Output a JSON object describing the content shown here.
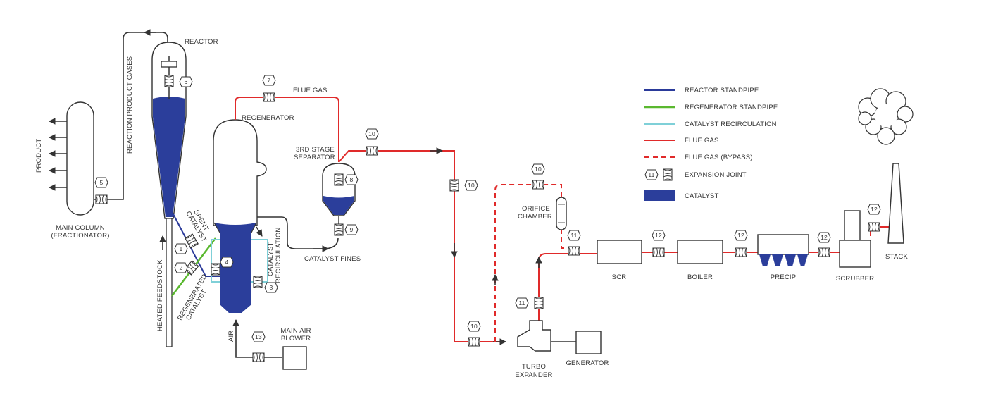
{
  "colors": {
    "reactor_standpipe": "#2a3a9a",
    "regenerator_standpipe": "#5ab82f",
    "catalyst_recirculation": "#7fd0d8",
    "flue_gas": "#e02a2a",
    "catalyst": "#2b3e9b",
    "line": "#333333"
  },
  "labels": {
    "reactor": "REACTOR",
    "reaction_product_gases": "REACTION PRODUCT GASES",
    "product": "PRODUCT",
    "main_column_1": "MAIN COLUMN",
    "main_column_2": "(FRACTIONATOR)",
    "regenerator": "REGENERATOR",
    "flue_gas": "FLUE GAS",
    "third_stage_1": "3RD STAGE",
    "third_stage_2": "SEPARATOR",
    "catalyst_fines": "CATALYST FINES",
    "spent_catalyst_1": "SPENT",
    "spent_catalyst_2": "CATALYST",
    "regenerated_catalyst_1": "REGENERATED",
    "regenerated_catalyst_2": "CATALYST",
    "catalyst_recirculation_1": "CATALYST",
    "catalyst_recirculation_2": "RECIRCULATION",
    "heated_feedstock": "HEATED FEEDSTOCK",
    "air": "AIR",
    "main_air_blower_1": "MAIN AIR",
    "main_air_blower_2": "BLOWER",
    "orifice_chamber_1": "ORIFICE",
    "orifice_chamber_2": "CHAMBER",
    "turbo_expander_1": "TURBO",
    "turbo_expander_2": "EXPANDER",
    "generator": "GENERATOR",
    "scr": "SCR",
    "boiler": "BOILER",
    "precip": "PRECIP",
    "scrubber": "SCRUBBER",
    "stack": "STACK"
  },
  "legend": [
    {
      "label": "REACTOR STANDPIPE"
    },
    {
      "label": "REGENERATOR STANDPIPE"
    },
    {
      "label": "CATALYST RECIRCULATION"
    },
    {
      "label": "FLUE GAS"
    },
    {
      "label": "FLUE GAS (BYPASS)"
    },
    {
      "label": "EXPANSION JOINT",
      "symbol_number": "11"
    },
    {
      "label": "CATALYST"
    }
  ],
  "joint_numbers": {
    "j1": "1",
    "j2": "2",
    "j3": "3",
    "j4": "4",
    "j5": "5",
    "j6": "6",
    "j7": "7",
    "j8": "8",
    "j9": "9",
    "j10a": "10",
    "j10b": "10",
    "j10c": "10",
    "j10d": "10",
    "j11a": "11",
    "j11b": "11",
    "j12a": "12",
    "j12b": "12",
    "j12c": "12",
    "j12d": "12",
    "j13": "13"
  }
}
